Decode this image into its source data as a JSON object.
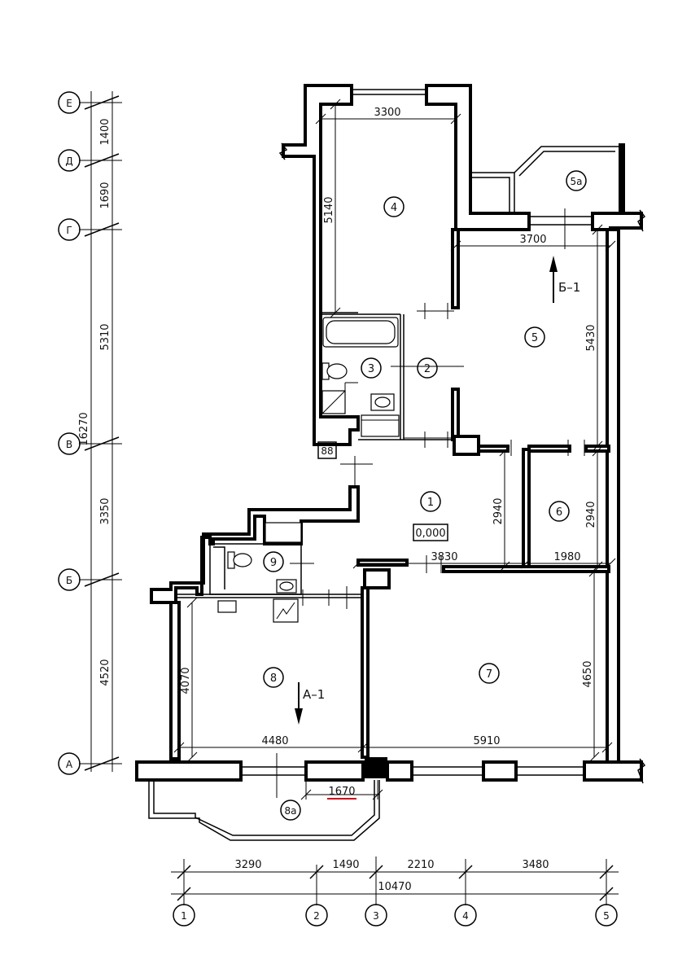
{
  "axes": {
    "letters": [
      "Е",
      "Д",
      "Г",
      "В",
      "Б",
      "А"
    ],
    "numbers": [
      "1",
      "2",
      "3",
      "4",
      "5"
    ]
  },
  "left_dimensions": {
    "segments": [
      "1400",
      "1690",
      "5310",
      "3350",
      "4520"
    ],
    "total": "16270"
  },
  "bottom_dimensions": {
    "segments": [
      "3290",
      "1490",
      "2210",
      "3480"
    ],
    "total": "10470"
  },
  "room_dimensions": {
    "d3300": "3300",
    "d5140": "5140",
    "d3700": "3700",
    "d5430": "5430",
    "d2940a": "2940",
    "d2940b": "2940",
    "d3830": "3830",
    "d1980": "1980",
    "d4070": "4070",
    "d4650": "4650",
    "d4480": "4480",
    "d5910": "5910",
    "d1670": "1670"
  },
  "rooms": {
    "r1": "1",
    "r2": "2",
    "r3": "3",
    "r4": "4",
    "r5": "5",
    "r5a": "5а",
    "r6": "6",
    "r7": "7",
    "r8": "8",
    "r8a": "8а",
    "r9": "9"
  },
  "level_mark": "0,000",
  "tag_88": "88",
  "sections": {
    "a1": "А–1",
    "b1": "Б–1"
  }
}
